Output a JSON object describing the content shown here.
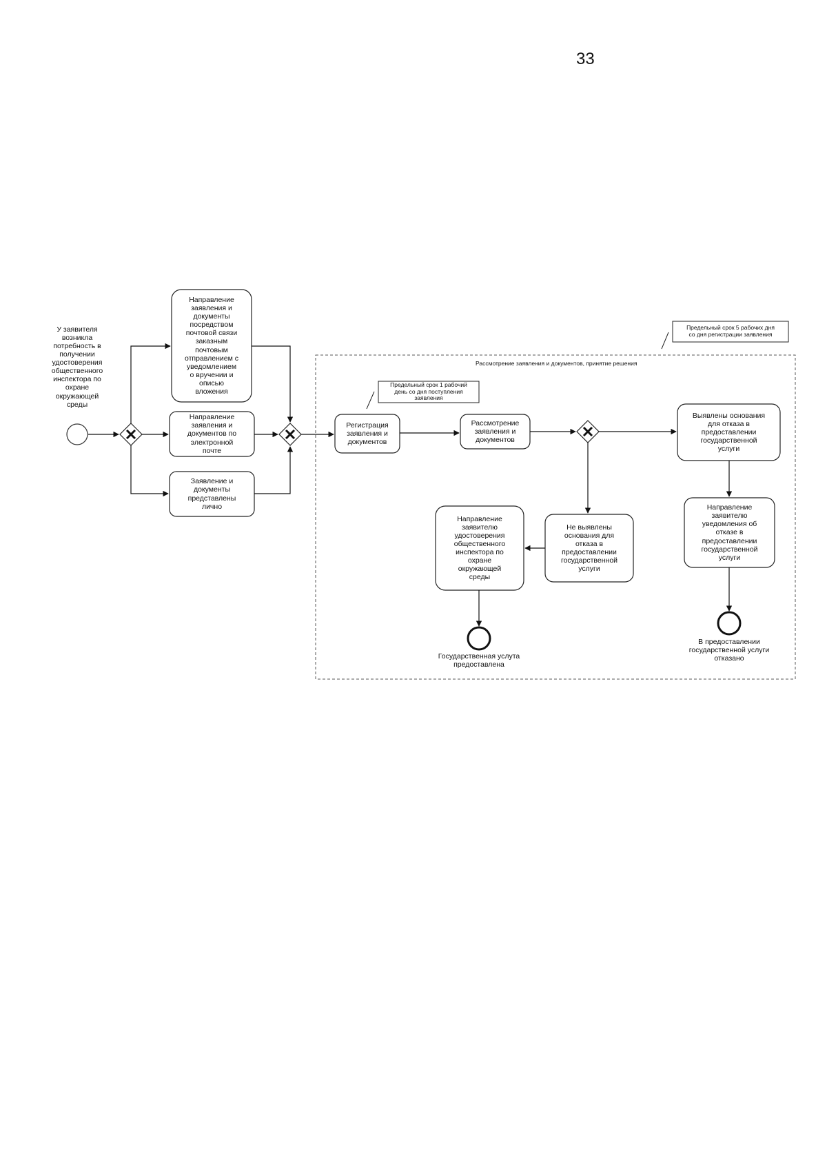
{
  "page": {
    "number": "33"
  },
  "start_label": "У заявителя\nвозникла\nпотребность в\nполучении\nудостоверения\nобщественного\nинспектора по\nохране\nокружающей\nсреды",
  "channels": {
    "post": "Направление\nзаявления и\nдокументы\nпосредством\nпочтовой связи\nзаказным\nпочтовым\nотправлением с\nуведомлением\nо вручении и\nописью\nвложения",
    "email": "Направление\nзаявления и\nдокументов по\nэлектронной\nпочте",
    "personal": "Заявление и\nдокументы\nпредставлены\nлично"
  },
  "subprocess": {
    "title": "Рассмотрение заявления и документов, принятие решения",
    "deadline_note": "Предельный срок 5 рабочих дня\nсо дня регистрации заявления"
  },
  "registration": {
    "label": "Регистрация\nзаявления и\nдокументов",
    "deadline_note": "Предельный срок 1 рабочий\nдень со дня поступления\nзаявления"
  },
  "review": {
    "label": "Рассмотрение\nзаявления и\nдокументов"
  },
  "refusal_found": {
    "label": "Выявлены основания\nдля отказа в\nпредоставлении\nгосударственной\nуслуги"
  },
  "refusal_notice": {
    "label": "Направление\nзаявителю\nуведомления об\nотказе в\nпредоставлении\nгосударственной\nуслуги"
  },
  "refusal_end": {
    "label": "В предоставлении\nгосударственной услуги\nотказано"
  },
  "no_refusal": {
    "label": "Не выявлены\nоснования для\nотказа в\nпредоставлении\nгосударственной\nуслуги"
  },
  "issue_certificate": {
    "label": "Направление\nзаявителю\nудостоверения\nобщественного\nинспектора по\nохране\nокружающей\nсреды"
  },
  "success_end": {
    "label": "Государственная услута\nпредоставлена"
  }
}
